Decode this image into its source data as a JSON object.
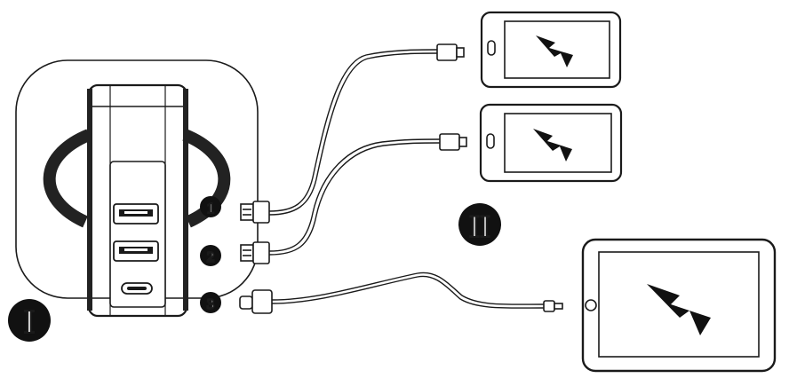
{
  "diagram": {
    "section_labels": {
      "charger": "I",
      "devices": "II"
    },
    "ports": [
      {
        "number": "1",
        "type": "usb-a"
      },
      {
        "number": "2",
        "type": "usb-a"
      },
      {
        "number": "3",
        "type": "usb-c"
      }
    ],
    "devices": [
      {
        "name": "phone",
        "icon": "lightning-bolt-icon",
        "connected_port": "1"
      },
      {
        "name": "phone",
        "icon": "lightning-bolt-icon",
        "connected_port": "2"
      },
      {
        "name": "tablet",
        "icon": "lightning-bolt-icon",
        "connected_port": "3"
      }
    ],
    "colors": {
      "line": "#1a1a1a",
      "badge": "#111111",
      "background": "#ffffff"
    }
  }
}
